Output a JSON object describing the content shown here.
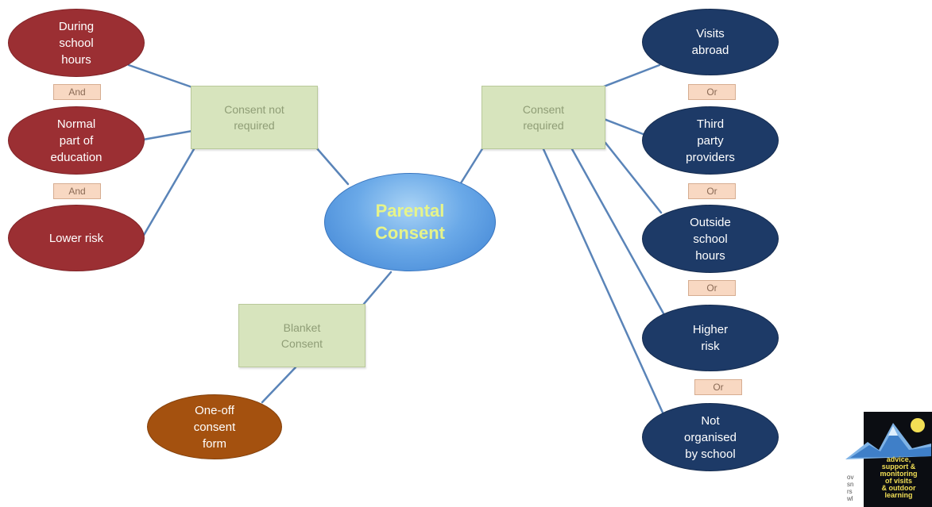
{
  "center": {
    "label": "Parental\nConsent"
  },
  "categories": {
    "not_required": "Consent not\nrequired",
    "required": "Consent\nrequired",
    "blanket": "Blanket\nConsent"
  },
  "left_conditions": [
    {
      "label": "During\nschool\nhours"
    },
    {
      "label": "Normal\npart of\neducation"
    },
    {
      "label": "Lower risk"
    }
  ],
  "left_connectors": [
    "And",
    "And"
  ],
  "right_conditions": [
    {
      "label": "Visits\nabroad"
    },
    {
      "label": "Third\nparty\nproviders"
    },
    {
      "label": "Outside\nschool\nhours"
    },
    {
      "label": "Higher\nrisk"
    },
    {
      "label": "Not\norganised\nby school"
    }
  ],
  "right_connectors": [
    "Or",
    "Or",
    "Or",
    "Or"
  ],
  "blanket_item": {
    "label": "One-off\nconsent\nform"
  },
  "logo": {
    "text": "advice,\nsupport &\nmonitoring\nof visits\n& outdoor\nlearning",
    "side_text": "ov\nsn\nrs\nwl"
  },
  "colors": {
    "line": "#5a84b8",
    "red_node": "#9b2f33",
    "navy_node": "#1d3a67",
    "brown_node": "#a4510f",
    "box_fill": "#d7e4bd",
    "tag_fill": "#f8d8c2",
    "center_fill": "#6aa9e8",
    "center_text": "#e6f48a"
  }
}
